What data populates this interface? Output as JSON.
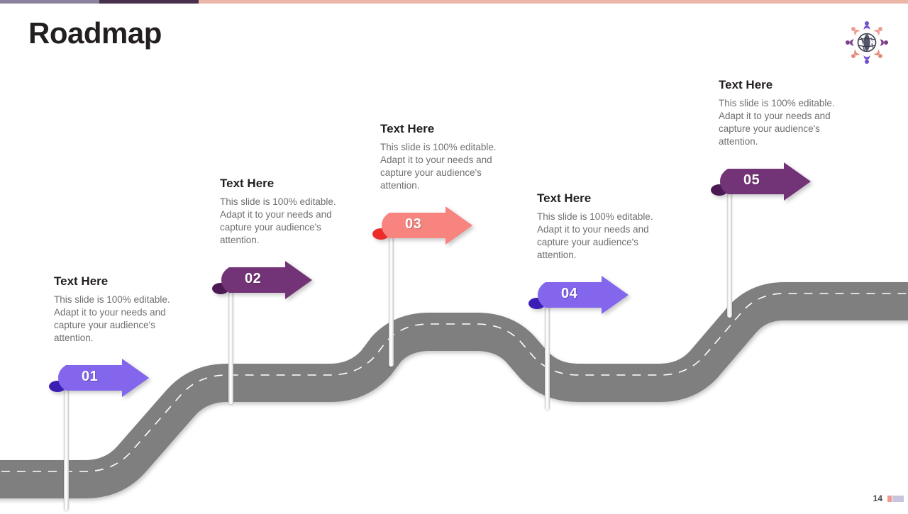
{
  "slide": {
    "title": "Roadmap",
    "page_number": "14",
    "accent_colors": {
      "bar_left": "#8c82a0",
      "bar_mid": "#46304b",
      "bar_right": "#eab6a8",
      "road": "#7f7f7f",
      "road_dash": "#ffffff",
      "flag_light_purple": "#8366ec",
      "flag_dark_purple": "#733377",
      "flag_salmon": "#f8847f",
      "heading_text": "#231f20",
      "body_text": "#6f6f6f"
    }
  },
  "logo": {
    "name": "globe-people-logo",
    "globe_color": "#3b3b4e",
    "figure_colors": [
      "#6f4ecf",
      "#f09b91",
      "#7d3d8a",
      "#e98a80"
    ]
  },
  "milestones": [
    {
      "number": "01",
      "title": "Text Here",
      "body": "This slide is 100% editable. Adapt it to your needs and capture your audience's attention.",
      "color": "#8366ec",
      "fold_color": "#3b1fb5"
    },
    {
      "number": "02",
      "title": "Text Here",
      "body": "This slide is 100% editable. Adapt it to your needs and capture your audience's attention.",
      "color": "#733377",
      "fold_color": "#4b1a52"
    },
    {
      "number": "03",
      "title": "Text Here",
      "body": "This slide is 100% editable. Adapt it to your needs and capture your audience's attention.",
      "color": "#f8847f",
      "fold_color": "#ec2b2b"
    },
    {
      "number": "04",
      "title": "Text Here",
      "body": "This slide is 100% editable. Adapt it to your needs and capture your audience's attention.",
      "color": "#8366ec",
      "fold_color": "#3b1fb5"
    },
    {
      "number": "05",
      "title": "Text Here",
      "body": "This slide is 100% editable. Adapt it to your needs and capture your audience's attention.",
      "color": "#733377",
      "fold_color": "#4b1a52"
    }
  ]
}
